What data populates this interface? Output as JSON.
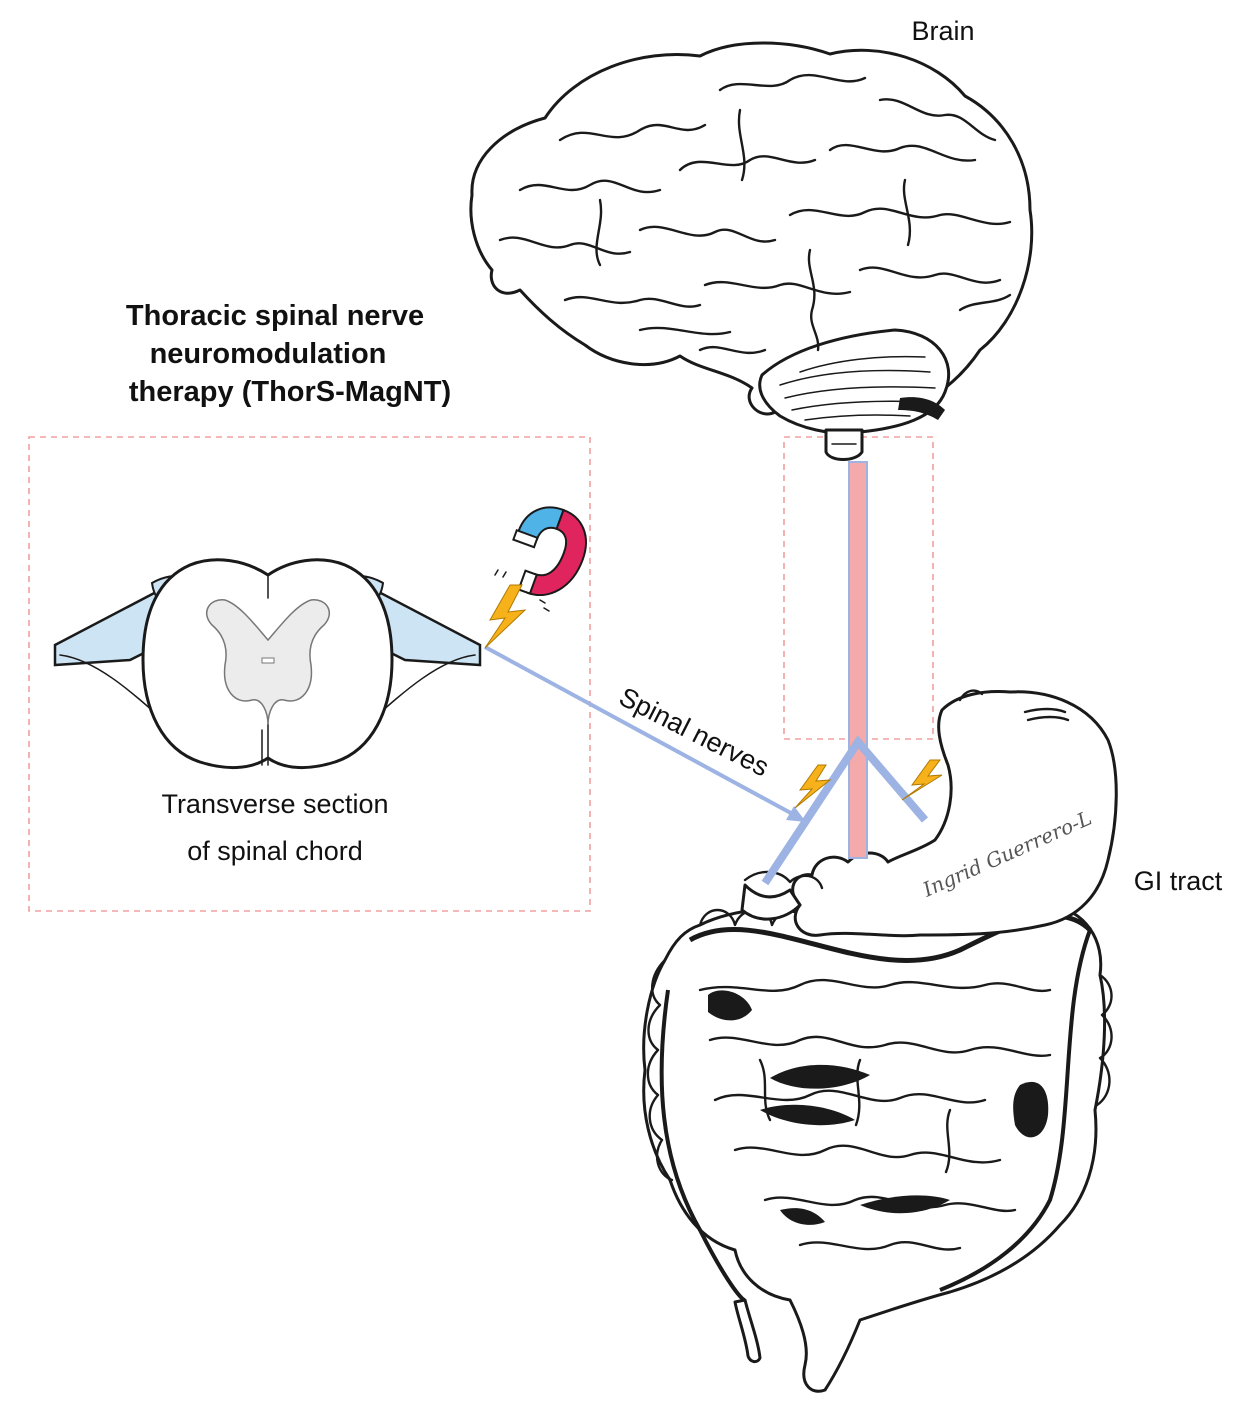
{
  "labels": {
    "brain": "Brain",
    "therapy_title_line1": "Thoracic spinal nerve",
    "therapy_title_line2": "neuromodulation",
    "therapy_title_line3": "therapy (ThorS-MagNT)",
    "section_line1": "Transverse section",
    "section_line2": "of  spinal chord",
    "spinal_nerves": "Spinal nerves",
    "gi_tract": "GI tract",
    "signature": "Ingrid Guerrero-L"
  },
  "colors": {
    "nerve_blue": "#9db3e3",
    "vagus_pink": "#f4a9ab",
    "dashed_box": "#f0a0a0",
    "magnet_blue": "#4fb3e8",
    "magnet_red": "#e0245e",
    "lightning": "#f7b21b",
    "spinal_fill": "#cde4f4",
    "grey_matter": "#ececec",
    "ink": "#1a1a1a"
  },
  "icons": [
    "magnet-icon",
    "lightning-icon"
  ]
}
